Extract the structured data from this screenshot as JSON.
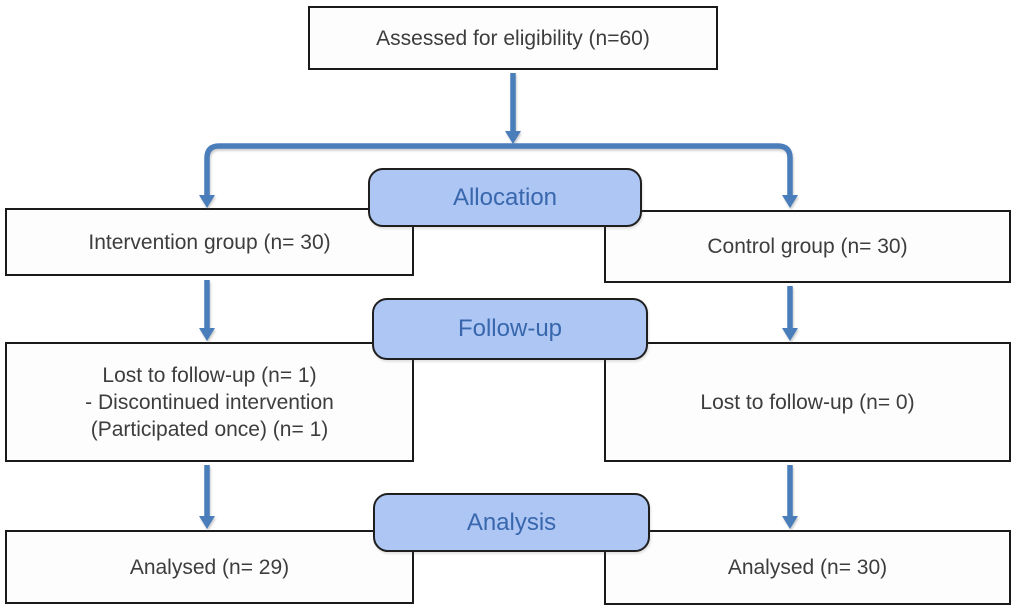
{
  "diagram": {
    "nodes": {
      "assessed": {
        "label": "Assessed for eligibility (n=60)"
      },
      "intervention": {
        "label": "Intervention group (n= 30)"
      },
      "control": {
        "label": "Control group (n= 30)"
      },
      "lost_intervention": {
        "lines": [
          "Lost to follow-up (n= 1)",
          "- Discontinued intervention",
          "(Participated once) (n= 1)"
        ]
      },
      "lost_control": {
        "label": "Lost to follow-up (n= 0)"
      },
      "analysed_intervention": {
        "label": "Analysed (n= 29)"
      },
      "analysed_control": {
        "label": "Analysed (n= 30)"
      }
    },
    "stages": {
      "allocation": {
        "label": "Allocation"
      },
      "followup": {
        "label": "Follow-up"
      },
      "analysis": {
        "label": "Analysis"
      }
    },
    "colors": {
      "arrow": "#4A7EBB",
      "stage_fill": "#AEC6F3",
      "stage_text": "#3867AE",
      "box_border": "#1A1A1A",
      "box_text": "#3D3D3D",
      "background": "#FFFFFF"
    }
  }
}
